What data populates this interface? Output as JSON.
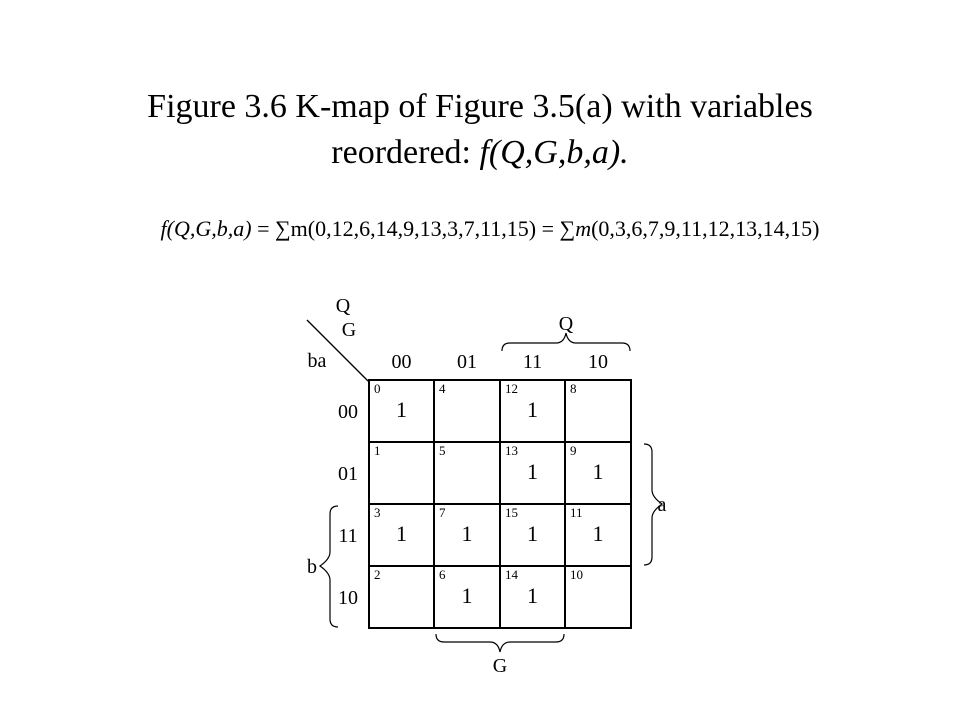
{
  "title": {
    "line1": "Figure 3.6  K-map of Figure 3.5(a) with variables",
    "line2_prefix": "reordered: ",
    "line2_italic": "f(Q,G,b,a)."
  },
  "equation": {
    "lhs": "f(Q,G,b,a)",
    "part1": " = ∑m(0,12,6,14,9,13,3,7,11,15)  = ",
    "m2": "∑m",
    "part2": "(0,3,6,7,9,11,12,13,14,15)"
  },
  "kmap": {
    "corner_top_label_1": "Q",
    "corner_top_label_2": "G",
    "corner_left_label": "ba",
    "column_headers": [
      "00",
      "01",
      "11",
      "10"
    ],
    "row_headers": [
      "00",
      "01",
      "11",
      "10"
    ],
    "brace_labels": {
      "top": "Q",
      "right": "a",
      "left": "b",
      "bottom": "G"
    },
    "cells": [
      [
        {
          "index": "0",
          "value": "1"
        },
        {
          "index": "4",
          "value": ""
        },
        {
          "index": "12",
          "value": "1"
        },
        {
          "index": "8",
          "value": ""
        }
      ],
      [
        {
          "index": "1",
          "value": ""
        },
        {
          "index": "5",
          "value": ""
        },
        {
          "index": "13",
          "value": "1"
        },
        {
          "index": "9",
          "value": "1"
        }
      ],
      [
        {
          "index": "3",
          "value": "1"
        },
        {
          "index": "7",
          "value": "1"
        },
        {
          "index": "15",
          "value": "1"
        },
        {
          "index": "11",
          "value": "1"
        }
      ],
      [
        {
          "index": "2",
          "value": ""
        },
        {
          "index": "6",
          "value": "1"
        },
        {
          "index": "14",
          "value": "1"
        },
        {
          "index": "10",
          "value": ""
        }
      ]
    ]
  }
}
